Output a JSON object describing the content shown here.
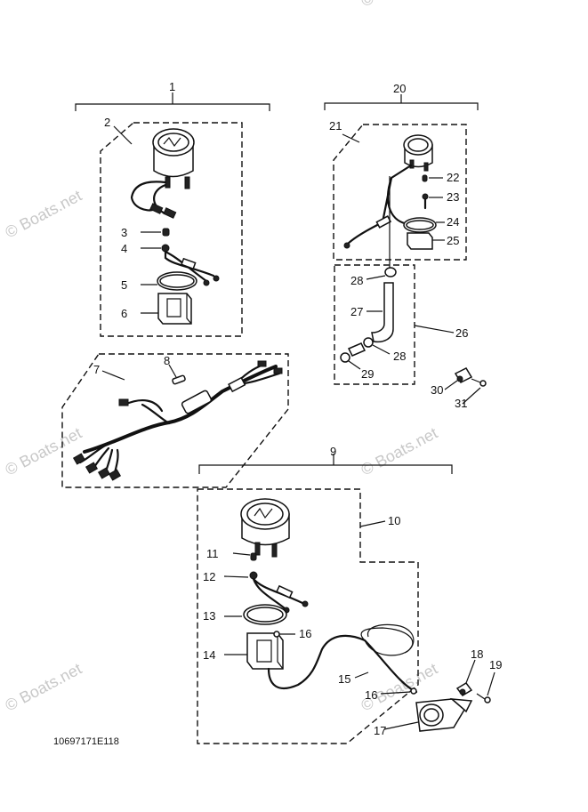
{
  "watermark": "© Boats.net",
  "diagram_code": "10697171E118",
  "callouts": [
    "1",
    "2",
    "3",
    "4",
    "5",
    "6",
    "7",
    "8",
    "9",
    "10",
    "11",
    "12",
    "13",
    "14",
    "15",
    "16",
    "16",
    "17",
    "18",
    "19",
    "20",
    "21",
    "22",
    "23",
    "24",
    "25",
    "26",
    "27",
    "28",
    "28",
    "29",
    "30",
    "31"
  ]
}
